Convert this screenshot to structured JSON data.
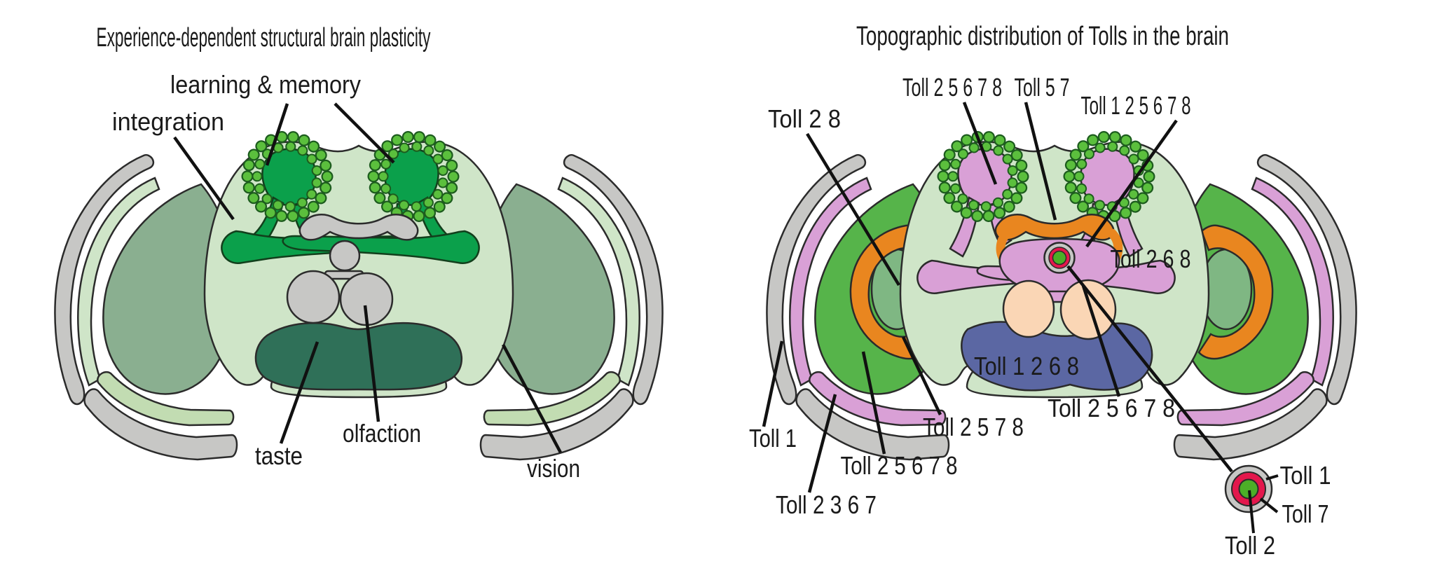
{
  "figure": {
    "type": "scientific-diagram",
    "subject": "Drosophila brain schematics: functional regions (left) and Toll receptor topography (right)"
  },
  "palette": {
    "background": "#ffffff",
    "outline": "#2b2b2b",
    "leader_line": "#111111",
    "light_green_brain": "#cfe5c8",
    "sage_green_optic_lobe": "#8aaf90",
    "light_green_band": "#c2dcb2",
    "bright_green_mushroom_body": "#0ba04b",
    "kenyon_dot_green": "#5bbf3d",
    "kenyon_dot_outline": "#1d5c1e",
    "dark_teal_sez": "#2f7058",
    "gray_structure": "#c7c7c5",
    "pink": "#d9a0d6",
    "bright_green_lobe": "#56b44a",
    "orange": "#e9861f",
    "sage_core": "#7fb783",
    "peach": "#fad6b5",
    "slate_blue": "#5b67a3",
    "ring_red": "#e3174c",
    "ring_green": "#4cae27"
  },
  "left": {
    "title": "Experience-dependent structural brain plasticity",
    "labels": {
      "learning_memory": "learning & memory",
      "integration": "integration",
      "taste": "taste",
      "olfaction": "olfaction",
      "vision": "vision"
    }
  },
  "right": {
    "title": "Topographic distribution of Tolls in the brain",
    "labels": {
      "toll_2_8": "Toll 2 8",
      "toll_2_5_6_7_8_top": "Toll 2 5 6 7 8",
      "toll_5_7": "Toll 5 7",
      "toll_1_2_5_6_7_8": "Toll 1 2 5 6 7 8",
      "toll_2_6_8": "Toll 2 6 8",
      "toll_1_2_6_8": "Toll 1 2 6 8",
      "toll_2_5_6_7_8_center": "Toll 2 5 6 7 8",
      "toll_2_5_7_8": "Toll 2 5 7 8",
      "toll_2_5_6_7_8_left": "Toll 2 5 6 7 8",
      "toll_2_3_6_7": "Toll 2 3 6 7",
      "toll_1": "Toll 1",
      "inset_toll_1": "Toll 1",
      "inset_toll_7": "Toll 7",
      "inset_toll_2": "Toll 2"
    }
  }
}
